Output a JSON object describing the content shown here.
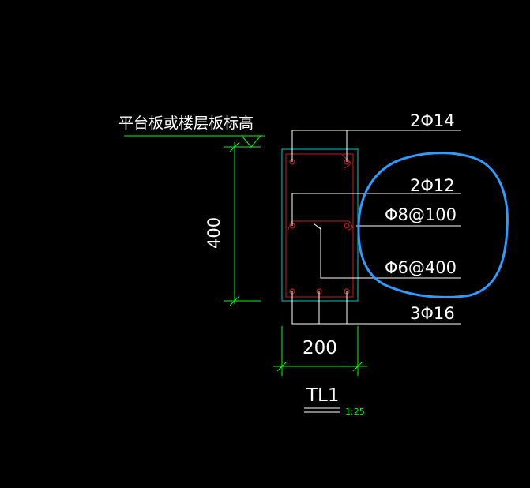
{
  "drawing": {
    "level_label": "平台板或楼层板标高",
    "height_dim": "400",
    "width_dim": "200",
    "title": "TL1",
    "scale": "1:25"
  },
  "rebar_labels": {
    "top_bars": "2Φ14",
    "side_bars": "2Φ12",
    "stirrup": "Φ8@100",
    "tie": "Φ6@400",
    "bottom_bars": "3Φ16"
  },
  "colors": {
    "background": "#000000",
    "text": "#ffffff",
    "dimension": "#00ff00",
    "section_outline": "#00c8c8",
    "rebar": "#c81e1e",
    "highlight": "#2f9bff"
  }
}
